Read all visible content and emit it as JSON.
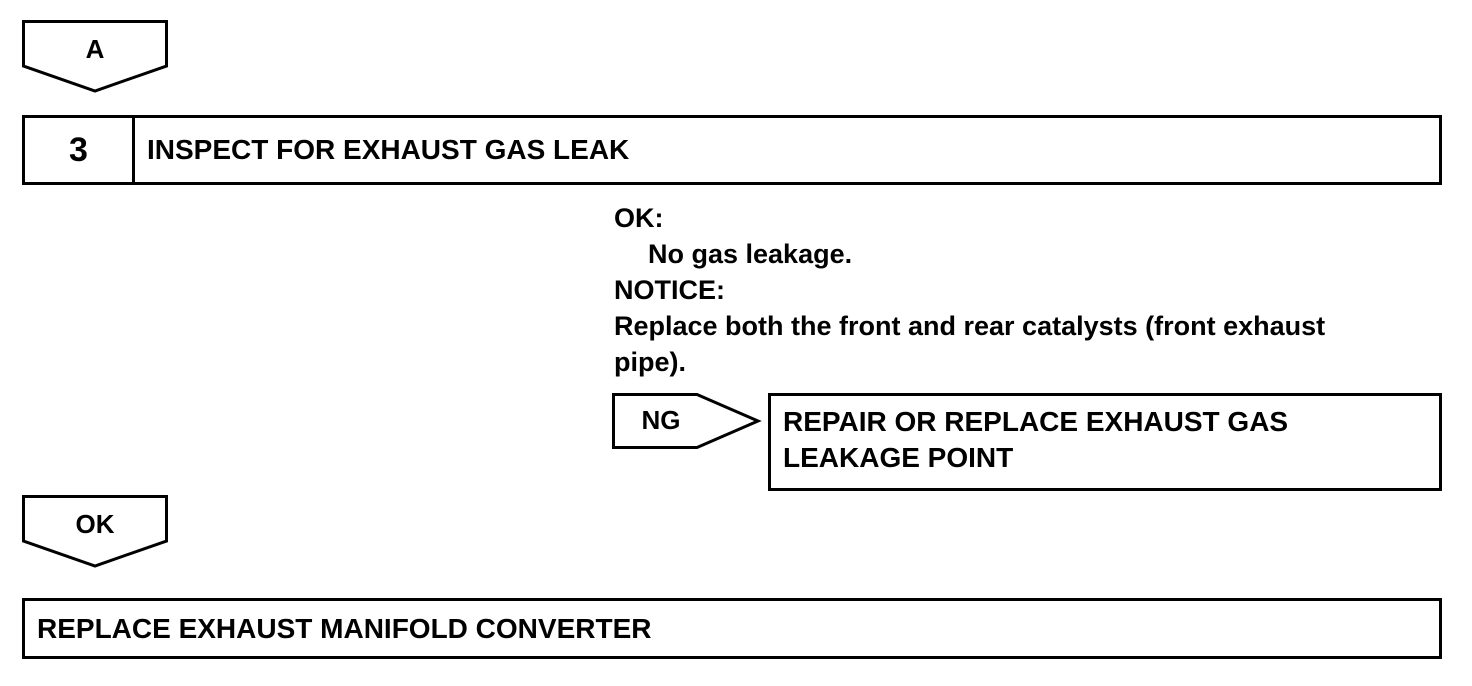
{
  "connector_top": {
    "label": "A"
  },
  "step": {
    "number": "3",
    "title": "INSPECT FOR EXHAUST GAS LEAK"
  },
  "criteria": {
    "ok_heading": "OK:",
    "ok_text": "No gas leakage.",
    "notice_heading": "NOTICE:",
    "notice_line1": "Replace both the front and rear catalysts (front exhaust",
    "notice_line2": "pipe)."
  },
  "ng_branch": {
    "label": "NG",
    "action_line1": "REPAIR OR REPLACE EXHAUST GAS",
    "action_line2": "LEAKAGE POINT"
  },
  "ok_branch": {
    "label": "OK"
  },
  "final_action": {
    "text": "REPLACE EXHAUST MANIFOLD CONVERTER"
  }
}
